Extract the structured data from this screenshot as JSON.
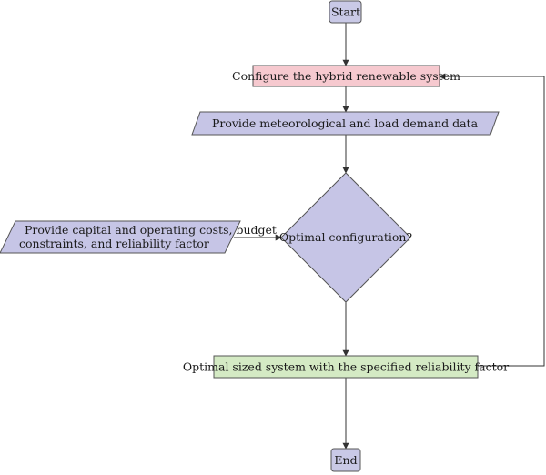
{
  "colors": {
    "terminal_fill": "#c9c9e6",
    "process_pink_fill": "#f6c9cf",
    "io_fill": "#c6c5e6",
    "decision_fill": "#c6c5e6",
    "result_fill": "#d4eac4",
    "stroke": "#555555",
    "edge": "#333333"
  },
  "nodes": {
    "start": {
      "label": "Start"
    },
    "configure": {
      "label": "Configure the hybrid renewable system"
    },
    "meteo": {
      "label": "Provide meteorological and load demand data"
    },
    "costs": {
      "line1": "Provide capital and operating costs, budget",
      "line2": "constraints, and reliability factor"
    },
    "decision": {
      "label": "Optimal configuration?"
    },
    "result": {
      "label": "Optimal sized system with the specified reliability factor"
    },
    "end": {
      "label": "End"
    }
  }
}
